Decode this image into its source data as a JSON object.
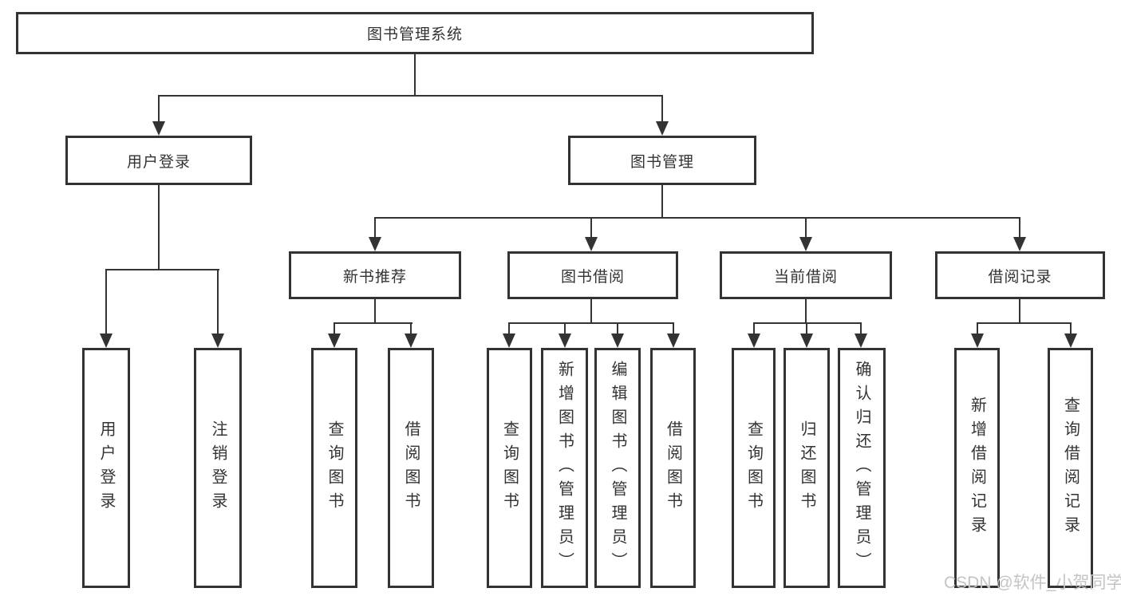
{
  "colors": {
    "line": "#333333",
    "text": "#333333",
    "box_background": "#ffffff",
    "watermark": "#c4c4c4"
  },
  "tree": {
    "root": {
      "label": "图书管理系统"
    },
    "level2": [
      {
        "label": "用户登录",
        "parent": "图书管理系统"
      },
      {
        "label": "图书管理",
        "parent": "图书管理系统"
      }
    ],
    "level3": [
      {
        "label": "新书推荐",
        "parent": "图书管理"
      },
      {
        "label": "图书借阅",
        "parent": "图书管理"
      },
      {
        "label": "当前借阅",
        "parent": "图书管理"
      },
      {
        "label": "借阅记录",
        "parent": "图书管理"
      }
    ],
    "leaves": [
      {
        "label": "用户登录",
        "parent": "用户登录"
      },
      {
        "label": "注销登录",
        "parent": "用户登录"
      },
      {
        "label": "查询图书",
        "parent": "新书推荐"
      },
      {
        "label": "借阅图书",
        "parent": "新书推荐"
      },
      {
        "label": "查询图书",
        "parent": "图书借阅"
      },
      {
        "label": "新增图书（管理员）",
        "parent": "图书借阅"
      },
      {
        "label": "编辑图书（管理员）",
        "parent": "图书借阅"
      },
      {
        "label": "借阅图书",
        "parent": "图书借阅"
      },
      {
        "label": "查询图书",
        "parent": "当前借阅"
      },
      {
        "label": "归还图书",
        "parent": "当前借阅"
      },
      {
        "label": "确认归还（管理员）",
        "parent": "当前借阅"
      },
      {
        "label": "新增借阅记录",
        "parent": "借阅记录"
      },
      {
        "label": "查询借阅记录",
        "parent": "借阅记录"
      }
    ]
  },
  "watermark": {
    "text": "CSDN @软件_小贺同学"
  }
}
